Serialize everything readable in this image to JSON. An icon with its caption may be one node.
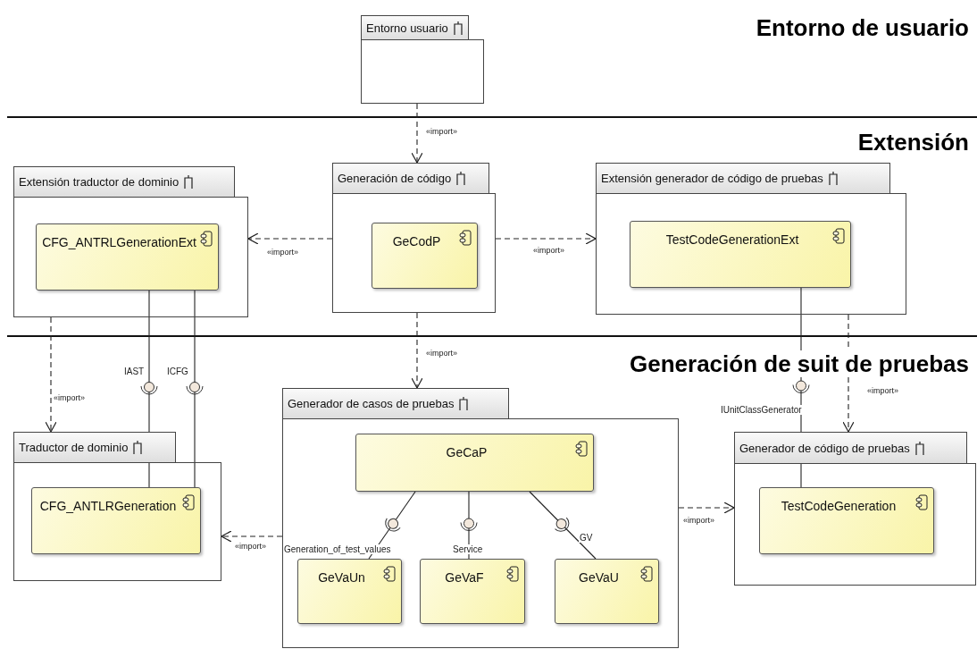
{
  "diagram": {
    "nodes": [
      {
        "text": [
          "Entorno usuario"
        ]
      },
      {
        "text": [
          "Extensión traductor de dominio"
        ]
      },
      {
        "text": [
          "CFG_ANTRLGenerationExt"
        ],
        "in": 1
      },
      {
        "text": [
          "Generación de código"
        ]
      },
      {
        "text": [
          "GeCodP"
        ],
        "in": 3
      },
      {
        "text": [
          "Extensión generador de código de pruebas"
        ]
      },
      {
        "text": [
          "TestCodeGenerationExt"
        ],
        "in": 5
      },
      {
        "text": [
          "Traductor de dominio"
        ]
      },
      {
        "text": [
          "CFG_ANTLRGeneration"
        ],
        "in": 7
      },
      {
        "text": [
          "Generador de casos de pruebas"
        ]
      },
      {
        "text": [
          "GeCaP"
        ],
        "in": 9
      },
      {
        "text": [
          "GeVaUn"
        ],
        "in": 9
      },
      {
        "text": [
          "GeVaF"
        ],
        "in": 9
      },
      {
        "text": [
          "GeVaU"
        ],
        "in": 9
      },
      {
        "text": [
          "Generador de código de pruebas"
        ]
      },
      {
        "text": [
          "TestCodeGeneration"
        ],
        "in": 14
      }
    ],
    "edges": [
      {
        "from": 0,
        "to": 3,
        "arrow": "to",
        "style": "dashed",
        "label": "«import»"
      },
      {
        "from": 3,
        "to": 1,
        "arrow": "to",
        "style": "dashed",
        "label": "«import»"
      },
      {
        "from": 3,
        "to": 5,
        "arrow": "to",
        "style": "dashed",
        "label": "«import»"
      },
      {
        "from": 1,
        "to": 7,
        "arrow": "to",
        "style": "dashed",
        "label": "«import»"
      },
      {
        "from": 3,
        "to": 9,
        "arrow": "to",
        "style": "dashed",
        "label": "«import»"
      },
      {
        "from": 5,
        "to": 14,
        "arrow": "to",
        "style": "dashed",
        "label": "«import»"
      },
      {
        "from": 9,
        "to": 7,
        "arrow": "to",
        "style": "dashed",
        "label": "«import»"
      },
      {
        "from": 9,
        "to": 14,
        "arrow": "to",
        "style": "dashed",
        "label": "«import»"
      },
      {
        "from": 2,
        "to": 8,
        "arrow": "none",
        "label": "IAST"
      },
      {
        "from": 2,
        "to": 8,
        "arrow": "none",
        "label": "ICFG"
      },
      {
        "from": 6,
        "to": 15,
        "arrow": "none",
        "label": "IUnitClassGenerator"
      },
      {
        "from": 10,
        "to": 11,
        "arrow": "none",
        "label": "Generation_of_test_values"
      },
      {
        "from": 10,
        "to": 12,
        "arrow": "none",
        "label": "Service"
      },
      {
        "from": 10,
        "to": 13,
        "arrow": "none",
        "label": "GV"
      }
    ],
    "labels": [
      "Entorno de usuario",
      "Extensión",
      "Generación de suit de pruebas"
    ]
  }
}
